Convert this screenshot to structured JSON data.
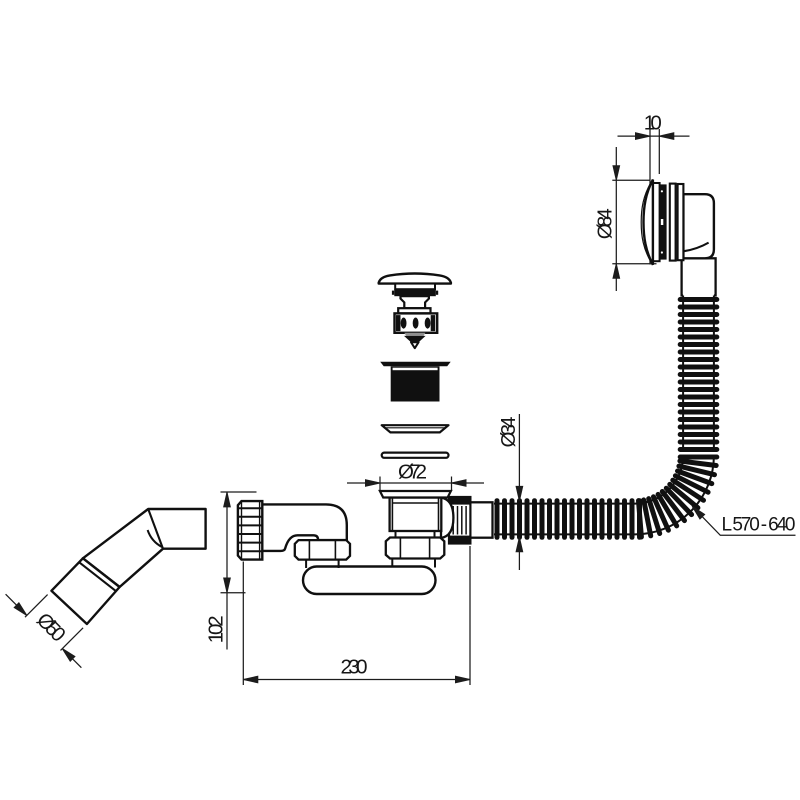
{
  "document": {
    "type": "technical-drawing",
    "subject": "bath waste, overflow and drain set with corrugated hose"
  },
  "dimensions": {
    "cap_offset": "10",
    "overflow_diameter": "Ø84",
    "hose_diameter": "Ø34",
    "flange_diameter": "Ø72",
    "body_height": "102",
    "body_width": "230",
    "outlet_diameter": "Ø50",
    "hose_length": "L 570 - 640"
  },
  "colors": {
    "background": "#ffffff",
    "line": "#101010",
    "dimension_line": "#1c1c1c",
    "label": "#161616",
    "valve_collar_gray": "#8f8f8f"
  }
}
